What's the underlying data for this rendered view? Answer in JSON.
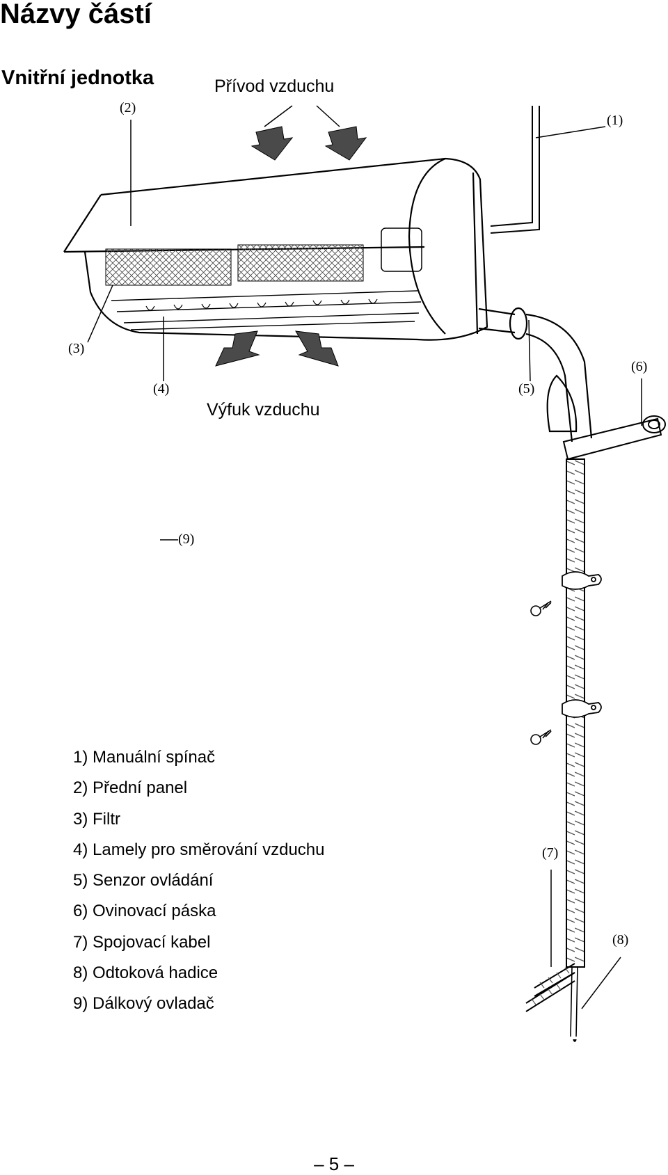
{
  "page": {
    "title": "Názvy částí",
    "section_title": "Vnitřní jednotka"
  },
  "diagram": {
    "air_intake_label": "Přívod vzduchu",
    "air_outlet_label": "Výfuk vzduchu",
    "callouts": {
      "c1": "(1)",
      "c2": "(2)",
      "c3": "(3)",
      "c4": "(4)",
      "c5": "(5)",
      "c6": "(6)",
      "c7": "(7)",
      "c8": "(8)",
      "c9": "(9)"
    }
  },
  "legend": [
    "1) Manuální spínač",
    "2) Přední panel",
    "3) Filtr",
    "4) Lamely pro směrování vzduchu",
    "5) Senzor ovládání",
    "6) Ovinovací páska",
    "7) Spojovací kabel",
    "8) Odtoková hadice",
    "9) Dálkový ovladač"
  ],
  "footer": {
    "page_number": "– 5 –"
  }
}
